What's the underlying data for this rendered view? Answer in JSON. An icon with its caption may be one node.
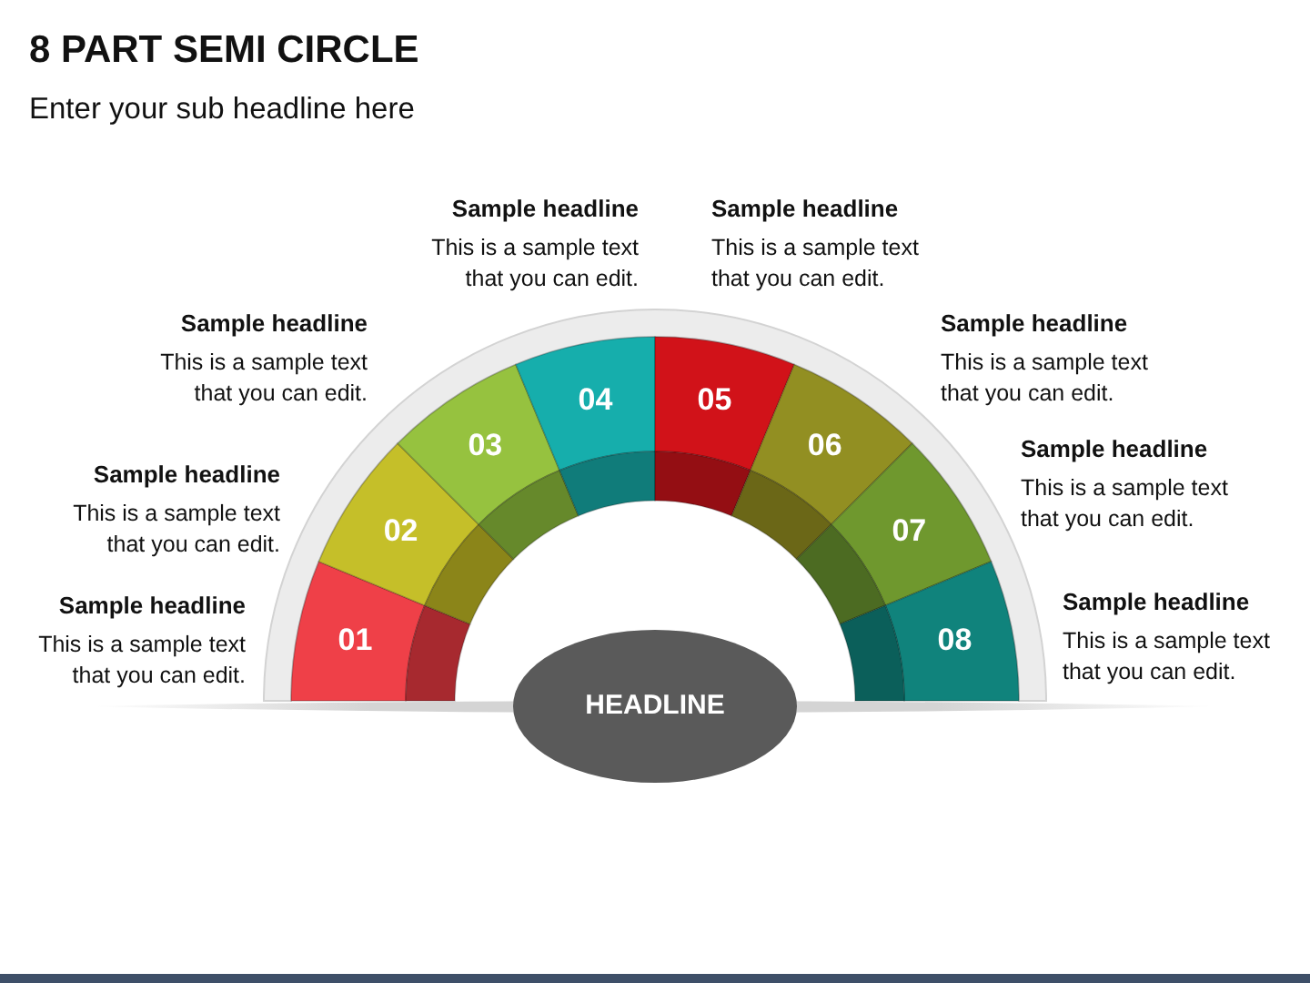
{
  "diagram": {
    "title": "8 PART SEMI CIRCLE",
    "nodes": [
      {
        "text": [
          "01"
        ],
        "beside": [
          "Sample headline",
          "This is a sample text that you can edit."
        ]
      },
      {
        "text": [
          "02"
        ],
        "beside": [
          "Sample headline",
          "This is a sample text that you can edit."
        ]
      },
      {
        "text": [
          "03"
        ],
        "beside": [
          "Sample headline",
          "This is a sample text that you can edit."
        ]
      },
      {
        "text": [
          "04"
        ],
        "beside": [
          "Sample headline",
          "This is a sample text that you can edit."
        ]
      },
      {
        "text": [
          "05"
        ],
        "beside": [
          "Sample headline",
          "This is a sample text that you can edit."
        ]
      },
      {
        "text": [
          "06"
        ],
        "beside": [
          "Sample headline",
          "This is a sample text that you can edit."
        ]
      },
      {
        "text": [
          "07"
        ],
        "beside": [
          "Sample headline",
          "This is a sample text that you can edit."
        ]
      },
      {
        "text": [
          "08"
        ],
        "beside": [
          "Sample headline",
          "This is a sample text that you can edit."
        ]
      },
      {
        "text": [
          "HEADLINE"
        ]
      }
    ],
    "labels": [
      "Enter your sub headline here"
    ]
  }
}
